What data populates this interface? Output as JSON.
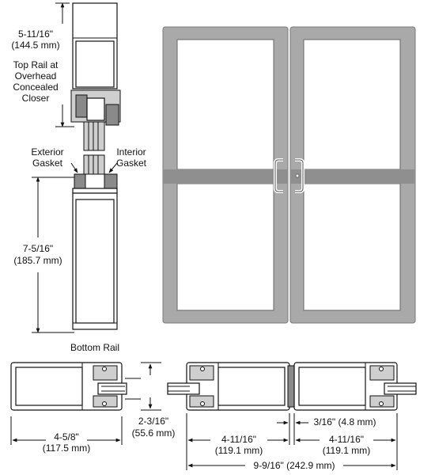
{
  "labels": {
    "top_dim": "5-11/16\"",
    "top_dim_mm": "(144.5 mm)",
    "top_rail_1": "Top Rail at",
    "top_rail_2": "Overhead",
    "top_rail_3": "Concealed",
    "top_rail_4": "Closer",
    "ext_gasket_1": "Exterior",
    "ext_gasket_2": "Gasket",
    "int_gasket_1": "Interior",
    "int_gasket_2": "Gasket",
    "bottom_dim": "7-5/16\"",
    "bottom_dim_mm": "(185.7 mm)",
    "bottom_rail": "Bottom Rail",
    "depth_dim": "2-3/16\"",
    "depth_dim_mm": "(55.6 mm)",
    "stile_dim": "4-5/8\"",
    "stile_dim_mm": "(117.5 mm)",
    "meet_left": "4-11/16\"",
    "meet_left_mm": "(119.1 mm)",
    "gap_dim": "3/16\" (4.8 mm)",
    "meet_right": "4-11/16\"",
    "meet_right_mm": "(119.1 mm)",
    "total_dim": "9-9/16\" (242.9 mm)"
  },
  "colors": {
    "door_frame": "#a9a9a9",
    "glass": "#ffffff",
    "line": "#111111"
  },
  "icons": {
    "pull_handle": "pull-handle-icon",
    "arrow": "arrow-icon"
  }
}
